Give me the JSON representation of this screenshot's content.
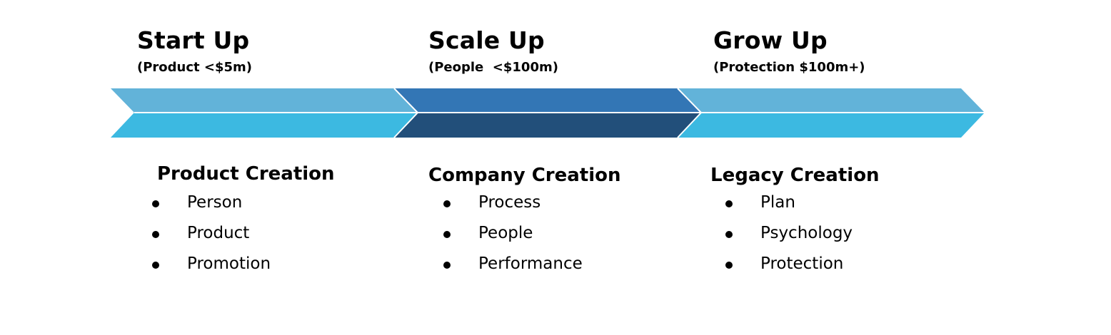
{
  "stages": [
    {
      "title": "Start Up",
      "subtitle": "(Product <$5m)"
    },
    {
      "title": "Scale Up",
      "subtitle": "(People  <$100m)"
    },
    {
      "title": "Grow Up",
      "subtitle": "(Protection $100m+)"
    }
  ],
  "sections": [
    {
      "title": "Product Creation",
      "items": [
        "Person",
        "Product",
        "Promotion"
      ]
    },
    {
      "title": "Company Creation",
      "items": [
        "Process",
        "People",
        "Performance"
      ]
    },
    {
      "title": "Legacy Creation",
      "items": [
        "Plan",
        "Psychology",
        "Protection"
      ]
    }
  ],
  "colors": {
    "light_top": "#62b3d9",
    "light_bottom": "#3cb9e1",
    "mid_top": "#3376b5",
    "dark_bottom": "#224f7a",
    "separator": "#ffffff",
    "text": "#000000"
  }
}
